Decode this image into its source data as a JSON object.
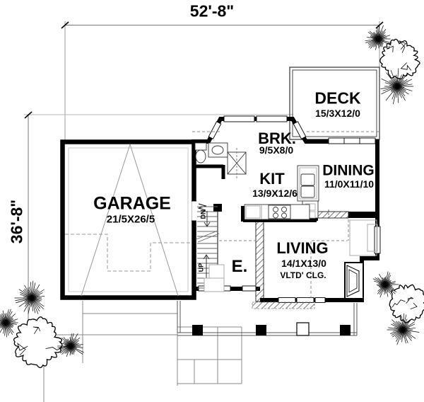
{
  "plan": {
    "dim_top": "52'-8\"",
    "dim_left": "36'-8\"",
    "rooms": {
      "garage": {
        "name": "GARAGE",
        "size": "21/5X26/5"
      },
      "brk": {
        "name": "BRK.",
        "size": "9/5X8/0"
      },
      "kit": {
        "name": "KIT",
        "size": "13/9X12/6"
      },
      "dining": {
        "name": "DINING",
        "size": "11/0X11/10"
      },
      "deck": {
        "name": "DECK",
        "size": "15/3X12/0"
      },
      "living": {
        "name": "LIVING",
        "size": "14/1X13/0",
        "ceiling": "VLTD' CLG."
      },
      "entry": {
        "name": "E."
      }
    },
    "stairs": {
      "up": "UP",
      "dn": "DN"
    },
    "colors": {
      "wall": "#000000",
      "dimension": "#8a8a8a",
      "furniture": "#aaaaaa"
    }
  }
}
